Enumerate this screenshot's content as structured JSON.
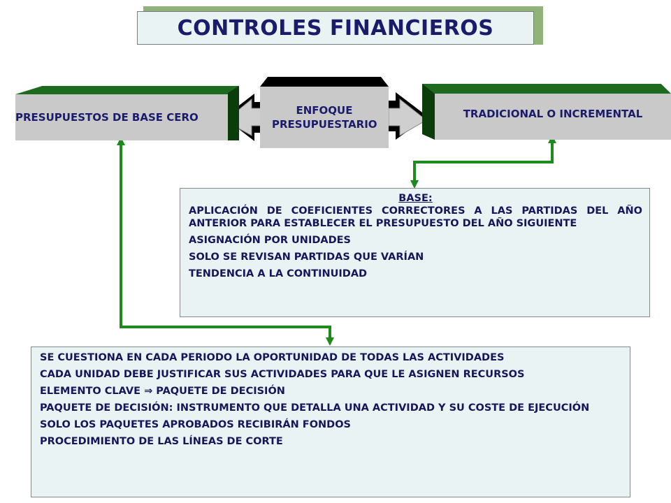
{
  "title": "CONTROLES FINANCIEROS",
  "nodes": {
    "left": "PRESUPUESTOS DE BASE CERO",
    "center": "ENFOQUE PRESUPUESTARIO",
    "right": "TRADICIONAL O INCREMENTAL"
  },
  "base_box": {
    "heading": "BASE:",
    "items": [
      "APLICACIÓN DE COEFICIENTES CORRECTORES A LAS PARTIDAS DEL AÑO ANTERIOR PARA ESTABLECER EL PRESUPUESTO DEL AÑO SIGUIENTE",
      "ASIGNACIÓN POR UNIDADES",
      "SOLO SE REVISAN PARTIDAS QUE VARÍAN",
      "TENDENCIA A LA CONTINUIDAD"
    ]
  },
  "zero_box": {
    "items": [
      "SE CUESTIONA EN CADA PERIODO LA OPORTUNIDAD DE TODAS LAS ACTIVIDADES",
      "CADA UNIDAD DEBE JUSTIFICAR SUS ACTIVIDADES PARA QUE LE ASIGNEN RECURSOS",
      "ELEMENTO CLAVE ⇒ PAQUETE DE DECISIÓN",
      "PAQUETE DE DECISIÓN: INSTRUMENTO QUE DETALLA UNA ACTIVIDAD Y SU COSTE DE EJECUCIÓN",
      "SOLO LOS PAQUETES APROBADOS RECIBIRÁN FONDOS",
      "PROCEDIMIENTO DE LAS LÍNEAS DE CORTE"
    ]
  },
  "colors": {
    "connector": "#1e8a1e",
    "box_fill": "#c9c9c9",
    "box_dark": "#1e6a1e",
    "info_fill": "#e9f3f3",
    "text": "#1b1b6b"
  }
}
